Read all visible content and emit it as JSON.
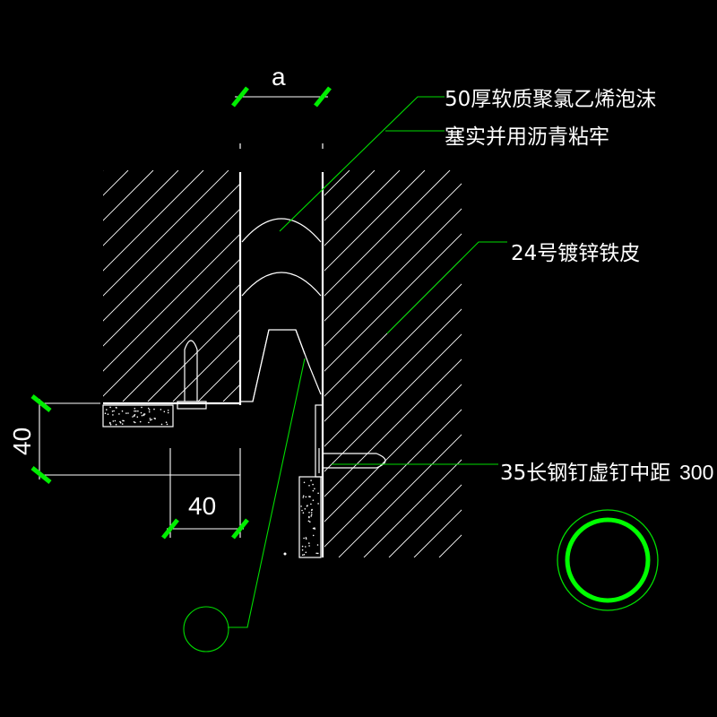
{
  "drawing": {
    "dim_top": "a",
    "dim_left_vertical": "40",
    "dim_bottom_horizontal": "40",
    "label_foam_line1": "50厚软质聚氯乙烯泡沫",
    "label_foam_line2": "塞实并用沥青粘牢",
    "label_sheet": "24号镀锌铁皮",
    "label_nail": "35长钢钉虚钉中距",
    "label_nail_spacing": "300"
  },
  "colors": {
    "background": "#000000",
    "linework": "#ffffff",
    "leader_green": "#00dd00",
    "tick_green": "#00ee00",
    "circle_green": "#00ff00"
  }
}
